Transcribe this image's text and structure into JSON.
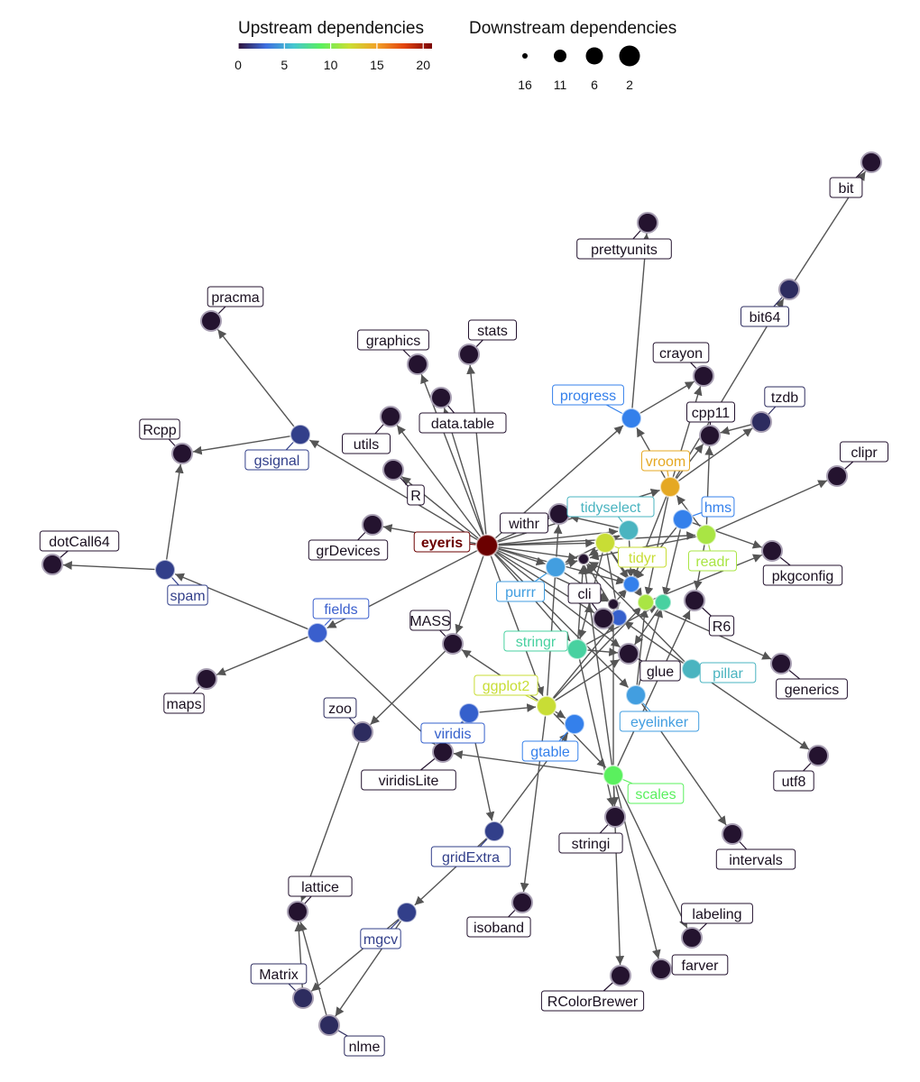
{
  "legend": {
    "color_title": "Upstream dependencies",
    "color_ticks": [
      "0",
      "5",
      "10",
      "15",
      "20"
    ],
    "size_title": "Downstream dependencies",
    "size_ticks": [
      "16",
      "11",
      "6",
      "2"
    ],
    "colormap": [
      "#30123b",
      "#3e6fe0",
      "#45c6d0",
      "#5af05e",
      "#c9e034",
      "#f2a227",
      "#e3440f",
      "#7a0403"
    ]
  },
  "graph": {
    "root": "eyeris",
    "nodes": [
      {
        "name": "eyeris",
        "color": "#6b0000"
      },
      {
        "name": "bit",
        "color": "#24132f"
      },
      {
        "name": "bit64",
        "color": "#2d2c5f"
      },
      {
        "name": "prettyunits",
        "color": "#24132f"
      },
      {
        "name": "pracma",
        "color": "#24132f"
      },
      {
        "name": "stats",
        "color": "#24132f"
      },
      {
        "name": "graphics",
        "color": "#24132f"
      },
      {
        "name": "crayon",
        "color": "#24132f"
      },
      {
        "name": "progress",
        "color": "#3480eb"
      },
      {
        "name": "tzdb",
        "color": "#2d2c5f"
      },
      {
        "name": "cpp11",
        "color": "#24132f"
      },
      {
        "name": "data.table",
        "color": "#24132f"
      },
      {
        "name": "utils",
        "color": "#24132f"
      },
      {
        "name": "Rcpp",
        "color": "#24132f"
      },
      {
        "name": "gsignal",
        "color": "#323f8a"
      },
      {
        "name": "clipr",
        "color": "#24132f"
      },
      {
        "name": "vroom",
        "color": "#e5a823"
      },
      {
        "name": "R",
        "color": "#24132f"
      },
      {
        "name": "tidyselect",
        "color": "#4ab4c0"
      },
      {
        "name": "withr",
        "color": "#24132f"
      },
      {
        "name": "hms",
        "color": "#3480eb"
      },
      {
        "name": "grDevices",
        "color": "#24132f"
      },
      {
        "name": "tidyr",
        "color": "#c8dd35"
      },
      {
        "name": "readr",
        "color": "#a9e544"
      },
      {
        "name": "pkgconfig",
        "color": "#24132f"
      },
      {
        "name": "dotCall64",
        "color": "#24132f"
      },
      {
        "name": "spam",
        "color": "#323f8a"
      },
      {
        "name": "purrr",
        "color": "#429ee0"
      },
      {
        "name": "cli",
        "color": "#24132f"
      },
      {
        "name": "fields",
        "color": "#3a5fcd"
      },
      {
        "name": "MASS",
        "color": "#24132f"
      },
      {
        "name": "R6",
        "color": "#24132f"
      },
      {
        "name": "stringr",
        "color": "#48d1a0"
      },
      {
        "name": "glue",
        "color": "#24132f"
      },
      {
        "name": "pillar",
        "color": "#4ab4c0"
      },
      {
        "name": "generics",
        "color": "#24132f"
      },
      {
        "name": "maps",
        "color": "#24132f"
      },
      {
        "name": "ggplot2",
        "color": "#c8dd35"
      },
      {
        "name": "zoo",
        "color": "#2d2c5f"
      },
      {
        "name": "viridis",
        "color": "#3560cc"
      },
      {
        "name": "eyelinker",
        "color": "#429ee0"
      },
      {
        "name": "gtable",
        "color": "#3480eb"
      },
      {
        "name": "utf8",
        "color": "#24132f"
      },
      {
        "name": "viridisLite",
        "color": "#24132f"
      },
      {
        "name": "scales",
        "color": "#5af05e"
      },
      {
        "name": "stringi",
        "color": "#24132f"
      },
      {
        "name": "intervals",
        "color": "#24132f"
      },
      {
        "name": "gridExtra",
        "color": "#323f8a"
      },
      {
        "name": "lattice",
        "color": "#24132f"
      },
      {
        "name": "isoband",
        "color": "#24132f"
      },
      {
        "name": "labeling",
        "color": "#24132f"
      },
      {
        "name": "farver",
        "color": "#24132f"
      },
      {
        "name": "mgcv",
        "color": "#323f8a"
      },
      {
        "name": "Matrix",
        "color": "#2d2c5f"
      },
      {
        "name": "nlme",
        "color": "#2d2c5f"
      },
      {
        "name": "RColorBrewer",
        "color": "#24132f"
      }
    ],
    "hidden_nodes": [
      {
        "id": "h1",
        "color": "#24132f"
      },
      {
        "id": "h2",
        "color": "#3480eb"
      },
      {
        "id": "h3",
        "color": "#a9e544"
      },
      {
        "id": "h4",
        "color": "#48d1a0"
      },
      {
        "id": "h5",
        "color": "#3560cc"
      },
      {
        "id": "h6",
        "color": "#24132f"
      }
    ],
    "edges": [
      [
        "eyeris",
        "utils"
      ],
      [
        "eyeris",
        "R"
      ],
      [
        "eyeris",
        "graphics"
      ],
      [
        "eyeris",
        "stats"
      ],
      [
        "eyeris",
        "data.table"
      ],
      [
        "eyeris",
        "grDevices"
      ],
      [
        "eyeris",
        "gsignal"
      ],
      [
        "eyeris",
        "fields"
      ],
      [
        "eyeris",
        "withr"
      ],
      [
        "eyeris",
        "progress"
      ],
      [
        "eyeris",
        "vroom"
      ],
      [
        "eyeris",
        "tidyselect"
      ],
      [
        "eyeris",
        "tidyr"
      ],
      [
        "eyeris",
        "purrr"
      ],
      [
        "eyeris",
        "MASS"
      ],
      [
        "eyeris",
        "cli"
      ],
      [
        "eyeris",
        "ggplot2"
      ],
      [
        "eyeris",
        "stringr"
      ],
      [
        "eyeris",
        "glue"
      ],
      [
        "eyeris",
        "eyelinker"
      ],
      [
        "eyeris",
        "readr"
      ],
      [
        "eyeris",
        "h1"
      ],
      [
        "eyeris",
        "h2"
      ],
      [
        "eyeris",
        "h6"
      ],
      [
        "gsignal",
        "pracma"
      ],
      [
        "gsignal",
        "Rcpp"
      ],
      [
        "spam",
        "Rcpp"
      ],
      [
        "spam",
        "dotCall64"
      ],
      [
        "fields",
        "spam"
      ],
      [
        "fields",
        "maps"
      ],
      [
        "fields",
        "viridisLite"
      ],
      [
        "bit64",
        "bit"
      ],
      [
        "progress",
        "prettyunits"
      ],
      [
        "progress",
        "crayon"
      ],
      [
        "vroom",
        "cpp11"
      ],
      [
        "vroom",
        "tzdb"
      ],
      [
        "vroom",
        "bit64"
      ],
      [
        "vroom",
        "crayon"
      ],
      [
        "vroom",
        "progress"
      ],
      [
        "vroom",
        "h3"
      ],
      [
        "vroom",
        "h2"
      ],
      [
        "readr",
        "clipr"
      ],
      [
        "readr",
        "cpp11"
      ],
      [
        "readr",
        "vroom"
      ],
      [
        "readr",
        "R6"
      ],
      [
        "readr",
        "h1"
      ],
      [
        "hms",
        "pkgconfig"
      ],
      [
        "tzdb",
        "cpp11"
      ],
      [
        "pillar",
        "utf8"
      ],
      [
        "pillar",
        "h1"
      ],
      [
        "pillar",
        "h5"
      ],
      [
        "eyelinker",
        "intervals"
      ],
      [
        "eyelinker",
        "h4"
      ],
      [
        "scales",
        "labeling"
      ],
      [
        "scales",
        "farver"
      ],
      [
        "scales",
        "RColorBrewer"
      ],
      [
        "scales",
        "R6"
      ],
      [
        "scales",
        "viridisLite"
      ],
      [
        "scales",
        "h1"
      ],
      [
        "scales",
        "h6"
      ],
      [
        "ggplot2",
        "scales"
      ],
      [
        "ggplot2",
        "gtable"
      ],
      [
        "ggplot2",
        "MASS"
      ],
      [
        "ggplot2",
        "isoband"
      ],
      [
        "ggplot2",
        "withr"
      ],
      [
        "ggplot2",
        "h3"
      ],
      [
        "ggplot2",
        "h5"
      ],
      [
        "ggplot2",
        "glue"
      ],
      [
        "viridis",
        "ggplot2"
      ],
      [
        "viridis",
        "gridExtra"
      ],
      [
        "viridis",
        "viridisLite"
      ],
      [
        "gridExtra",
        "gtable"
      ],
      [
        "gridExtra",
        "mgcv"
      ],
      [
        "MASS",
        "zoo"
      ],
      [
        "zoo",
        "lattice"
      ],
      [
        "mgcv",
        "Matrix"
      ],
      [
        "mgcv",
        "nlme"
      ],
      [
        "Matrix",
        "lattice"
      ],
      [
        "nlme",
        "lattice"
      ],
      [
        "stringr",
        "stringi"
      ],
      [
        "stringr",
        "glue"
      ],
      [
        "stringr",
        "h1"
      ],
      [
        "stringr",
        "h4"
      ],
      [
        "tidyr",
        "purrr"
      ],
      [
        "tidyr",
        "tidyselect"
      ],
      [
        "tidyr",
        "h2"
      ],
      [
        "tidyr",
        "h3"
      ],
      [
        "tidyr",
        "h5"
      ],
      [
        "tidyr",
        "stringr"
      ],
      [
        "tidyselect",
        "withr"
      ],
      [
        "tidyselect",
        "h1"
      ],
      [
        "tidyselect",
        "h2"
      ],
      [
        "purrr",
        "h1"
      ],
      [
        "purrr",
        "h6"
      ],
      [
        "hms",
        "h4"
      ],
      [
        "hms",
        "h2"
      ],
      [
        "h3",
        "generics"
      ],
      [
        "h4",
        "glue"
      ],
      [
        "h2",
        "h1"
      ],
      [
        "h5",
        "h1"
      ],
      [
        "h6",
        "h2"
      ],
      [
        "h3",
        "pkgconfig"
      ],
      [
        "scales",
        "stringi"
      ],
      [
        "eyelinker",
        "h3"
      ]
    ]
  }
}
